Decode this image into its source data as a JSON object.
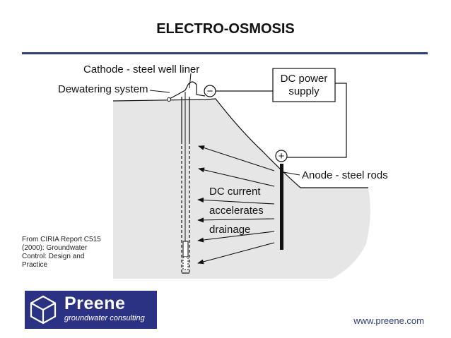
{
  "slide": {
    "title": "ELECTRO-OSMOSIS",
    "source_note": "From CIRIA Report C515 (2000): Groundwater Control: Design and Practice",
    "website": "www.preene.com"
  },
  "logo": {
    "name": "Preene",
    "tagline": "groundwater consulting"
  },
  "diagram": {
    "labels": {
      "cathode": "Cathode - steel well liner",
      "dewatering": "Dewatering system",
      "power_line1": "DC power",
      "power_line2": "supply",
      "anode": "Anode - steel rods",
      "current_line1": "DC current",
      "current_line2": "accelerates",
      "current_line3": "drainage",
      "minus_sign": "−",
      "plus_sign": "+"
    },
    "colors": {
      "ground": "#e6e6e6",
      "line": "#111111",
      "brand": "#2b3283"
    }
  }
}
